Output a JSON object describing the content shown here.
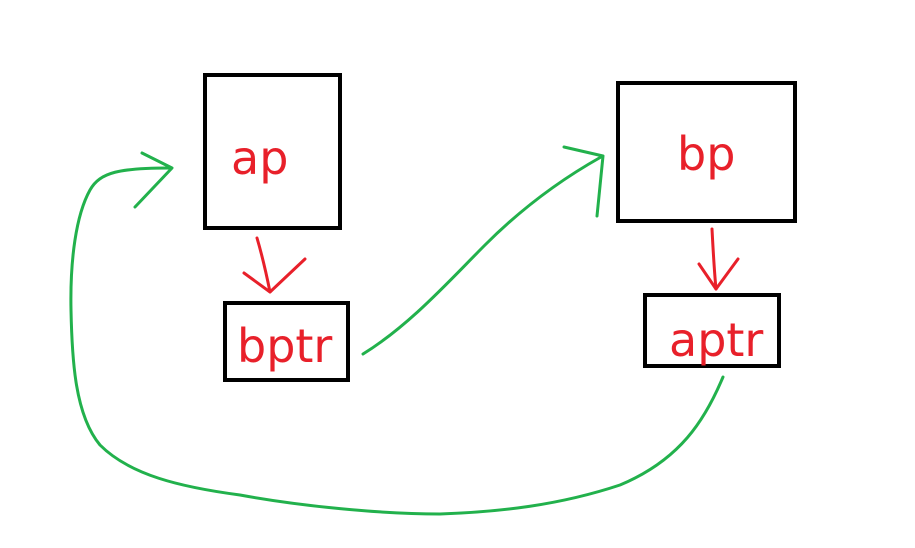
{
  "diagram": {
    "nodes": {
      "ap": {
        "label": "ap"
      },
      "bptr": {
        "label": "bptr"
      },
      "bp": {
        "label": "bp"
      },
      "aptr": {
        "label": "aptr"
      }
    },
    "edges": [
      {
        "from": "ap",
        "to": "bptr",
        "kind": "member"
      },
      {
        "from": "bp",
        "to": "aptr",
        "kind": "member"
      },
      {
        "from": "bptr",
        "to": "bp",
        "kind": "points-to"
      },
      {
        "from": "aptr",
        "to": "ap",
        "kind": "points-to"
      }
    ]
  },
  "colors": {
    "box_border": "#000000",
    "text": "#e8202a",
    "member_arrow": "#e8202a",
    "pointer_arrow": "#22b14c"
  }
}
